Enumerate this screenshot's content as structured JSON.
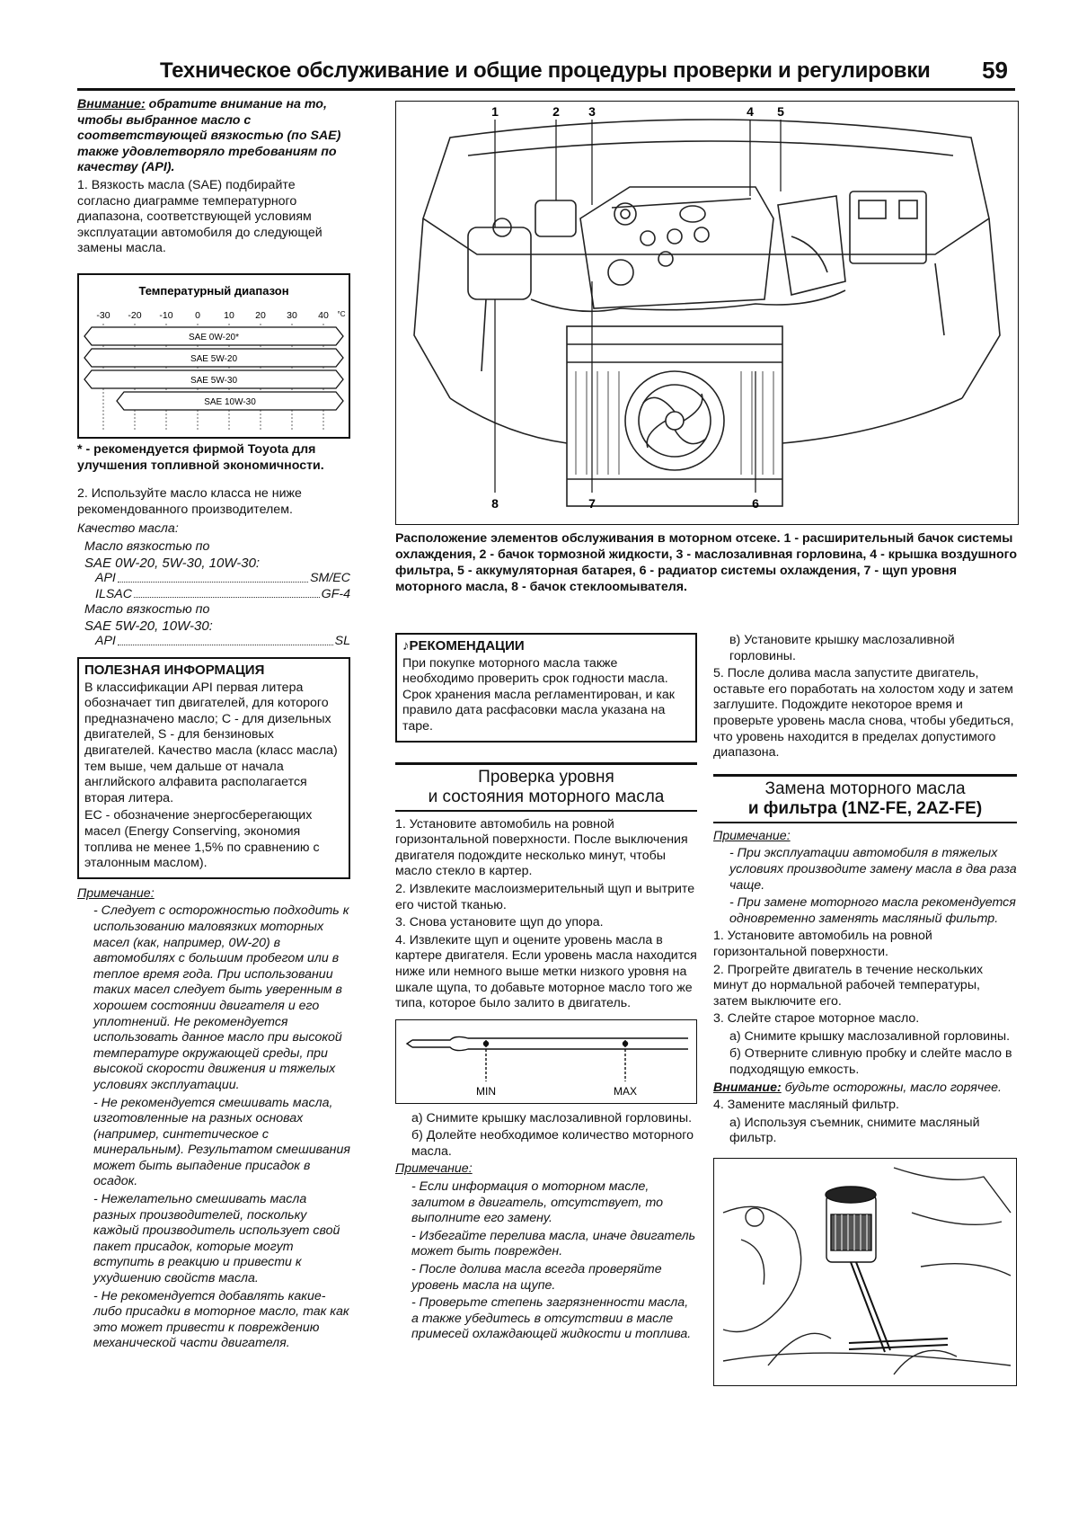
{
  "header": {
    "title": "Техническое обслуживание и общие процедуры проверки и регулировки",
    "page_number": "59"
  },
  "left_col": {
    "attention_label": "Внимание:",
    "attention_text": "обратите внимание на то, чтобы выбранное масло с соответствующей вязкостью (по SAE) также удовлетворяло требованиям по качеству (API).",
    "item1": "1. Вязкость масла (SAE) подбирайте согласно диаграмме температурного диапазона, соответствующей условиям эксплуатации автомобиля до следующей замены масла.",
    "temp_chart": {
      "title": "Температурный диапазон",
      "ticks": [
        "-30",
        "-20",
        "-10",
        "0",
        "10",
        "20",
        "30",
        "40"
      ],
      "unit": "°C",
      "bars": [
        "SAE 0W-20*",
        "SAE 5W-20",
        "SAE 5W-30",
        "SAE 10W-30"
      ]
    },
    "footnote": "* - рекомендуется фирмой Toyota для улучшения топливной экономичности.",
    "item2": "2. Используйте масло класса не ниже рекомендованного производителем.",
    "quality_label": "Качество масла:",
    "group1_label": "Масло вязкостью по",
    "group1_grades": "SAE 0W-20, 5W-30, 10W-30:",
    "api_label": "API",
    "api_value": "SM/EC",
    "ilsac_label": "ILSAC",
    "ilsac_value": "GF-4",
    "group2_label": "Масло вязкостью по",
    "group2_grades": "SAE 5W-20, 10W-30:",
    "api2_label": "API",
    "api2_value": "SL",
    "info_box": {
      "title": "ПОЛЕЗНАЯ ИНФОРМАЦИЯ",
      "text1": "В классификации API первая литера обозначает тип двигателей, для которого предназначено масло; С - для дизельных двигателей, S - для бензиновых двигателей. Качество масла (класс масла) тем выше, чем дальше от начала английского алфавита располагается вторая литера.",
      "text2": "ЕС - обозначение энергосберегающих масел (Energy Conserving, экономия топлива не менее 1,5% по сравнению с эталонным маслом)."
    },
    "note_label": "Примечание:",
    "notes": [
      "- Следует с осторожностью подходить к использованию маловязких моторных масел (как, например, 0W-20) в автомобилях с большим пробегом или в теплое время года. При использовании таких масел следует быть уверенным в хорошем состоянии двигателя и его уплотнений. Не рекомендуется использовать данное масло при высокой температуре окружающей среды, при высокой скорости движения и тяжелых условиях эксплуатации.",
      "- Не рекомендуется смешивать масла, изготовленные на разных основах (например, синтетическое с минеральным). Результатом смешивания может быть выпадение присадок в осадок.",
      "- Нежелательно смешивать масла разных производителей, поскольку каждый производитель использует свой пакет присадок, которые могут вступить в реакцию и привести к ухудшению свойств масла.",
      "- Не рекомендуется добавлять какие-либо присадки в моторное масло, так как это может привести к повреждению механической части двигателя."
    ]
  },
  "engine_figure": {
    "callouts_top": [
      "1",
      "2",
      "3",
      "4",
      "5"
    ],
    "callouts_bottom": [
      "8",
      "7",
      "6"
    ],
    "caption": "Расположение элементов обслуживания в моторном отсеке. 1 - расширительный бачок системы охлаждения, 2 - бачок тормозной жидкости, 3 - маслозаливная горловина, 4 - крышка воздушного фильтра, 5 - аккумуляторная батарея, 6 - радиатор системы охлаждения, 7 - щуп уровня моторного масла, 8 - бачок стеклоомывателя."
  },
  "mid_col": {
    "reco_box": {
      "title": "РЕКОМЕНДАЦИИ",
      "text": "При покупке моторного масла также необходимо проверить срок годности масла. Срок хранения масла регламентирован, и как правило дата расфасовки масла указана на таре."
    },
    "section_title_1": "Проверка уровня",
    "section_title_2": "и состояния моторного масла",
    "steps": [
      "1. Установите автомобиль на ровной горизонтальной поверхности. После выключения двигателя подождите несколько минут, чтобы масло стекло в картер.",
      "2. Извлеките маслоизмерительный щуп и вытрите его чистой тканью.",
      "3. Снова установите щуп до упора.",
      "4. Извлеките щуп и оцените уровень масла в картере двигателя. Если уровень масла находится ниже или немного выше метки низкого уровня на шкале щупа, то добавьте моторное масло того же типа, которое было залито в двигатель."
    ],
    "dipstick": {
      "min_label": "MIN",
      "max_label": "MAX"
    },
    "sub_a": "а) Снимите крышку маслозаливной горловины.",
    "sub_b": "б) Долейте необходимое количество моторного масла.",
    "note_label": "Примечание:",
    "notes": [
      "- Если информация о моторном масле, залитом в двигатель, отсутствует, то выполните его замену.",
      "- Избегайте перелива масла, иначе двигатель может быть поврежден.",
      "- После долива масла всегда проверяйте уровень масла на щупе.",
      "- Проверьте степень загрязненности масла, а также убедитесь в отсутствии в масле примесей охлаждающей жидкости и топлива."
    ]
  },
  "right_col": {
    "sub_c": "в) Установите крышку маслозаливной горловины.",
    "step5": "5. После долива масла запустите двигатель, оставьте его поработать на холостом ходу и затем заглушите. Подождите некоторое время и проверьте уровень масла снова, чтобы убедиться, что уровень находится в пределах допустимого диапазона.",
    "section_title_1": "Замена моторного масла",
    "section_title_2": "и фильтра (1NZ-FE, 2AZ-FE)",
    "note_label": "Примечание:",
    "notes": [
      "- При эксплуатации автомобиля в тяжелых условиях производите замену масла в два раза чаще.",
      "- При замене моторного масла рекомендуется одновременно заменять масляный фильтр."
    ],
    "steps": [
      "1. Установите автомобиль на ровной горизонтальной поверхности.",
      "2. Прогрейте двигатель в течение нескольких минут до нормальной рабочей температуры, затем выключите его.",
      "3. Слейте старое моторное масло."
    ],
    "sub_a": "а) Снимите крышку маслозаливной горловины.",
    "sub_b": "б) Отверните сливную пробку и слейте масло в подходящую емкость.",
    "attention_label": "Внимание:",
    "attention_text": "будьте осторожны, масло горячее.",
    "step4": "4. Замените масляный фильтр.",
    "sub_4a": "а) Используя съемник, снимите масляный фильтр."
  }
}
